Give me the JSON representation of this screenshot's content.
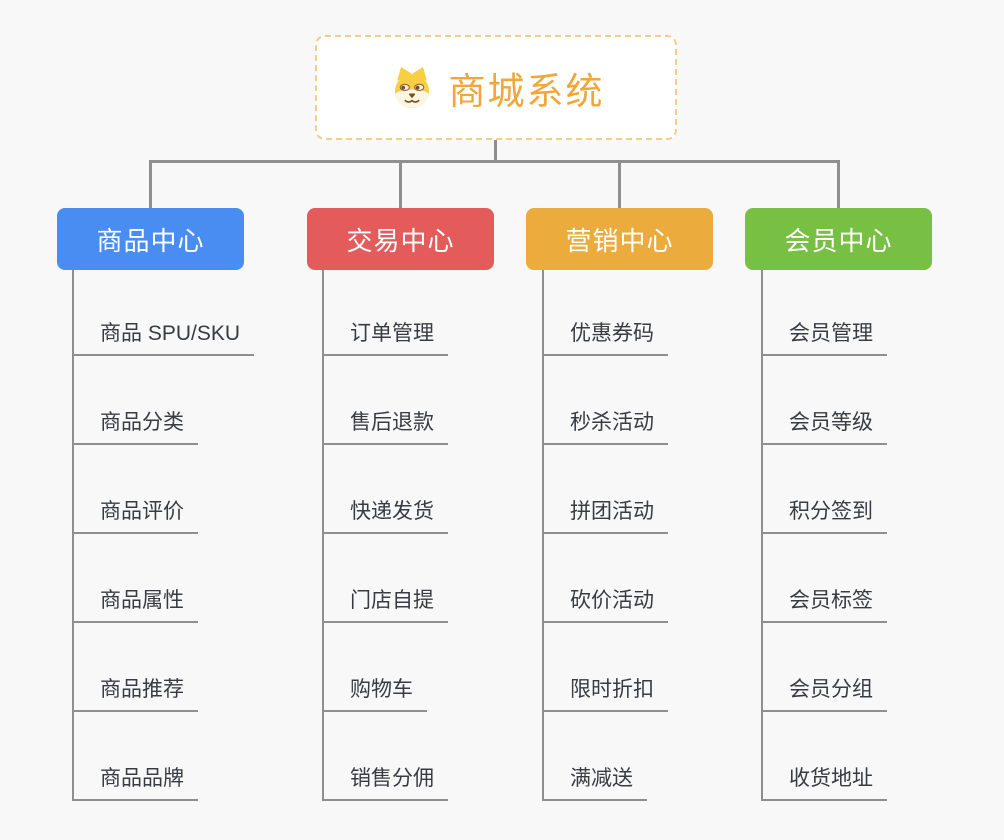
{
  "root": {
    "title": "商城系统",
    "icon": "dog-face-icon",
    "title_color": "#F0A63A",
    "border_color": "#F3CE8B",
    "background": "#FFFFFF"
  },
  "connector_color": "#8F8F8F",
  "page_background": "#F8F8F8",
  "branches": [
    {
      "label": "商品中心",
      "color": "#4A8DF2",
      "items": [
        "商品 SPU/SKU",
        "商品分类",
        "商品评价",
        "商品属性",
        "商品推荐",
        "商品品牌"
      ]
    },
    {
      "label": "交易中心",
      "color": "#E45B5C",
      "items": [
        "订单管理",
        "售后退款",
        "快递发货",
        "门店自提",
        "购物车",
        "销售分佣"
      ]
    },
    {
      "label": "营销中心",
      "color": "#EBAB3D",
      "items": [
        "优惠券码",
        "秒杀活动",
        "拼团活动",
        "砍价活动",
        "限时折扣",
        "满减送"
      ]
    },
    {
      "label": "会员中心",
      "color": "#77C043",
      "items": [
        "会员管理",
        "会员等级",
        "积分签到",
        "会员标签",
        "会员分组",
        "收货地址"
      ]
    }
  ]
}
